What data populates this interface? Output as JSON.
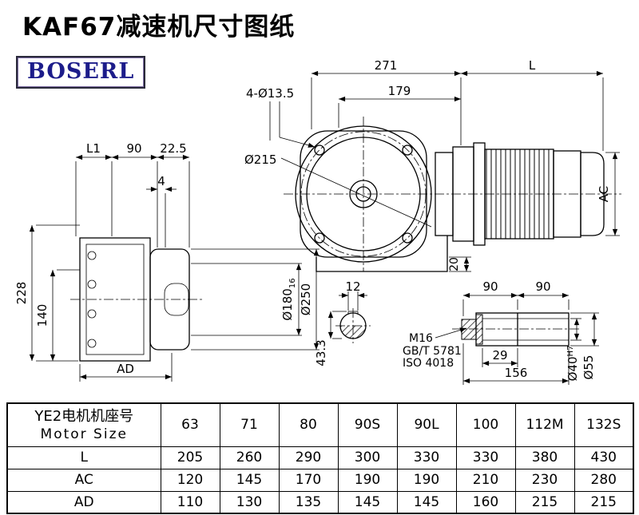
{
  "title": "KAF67减速机尺寸图纸",
  "logo": {
    "text": "BOSERL",
    "brand_color": "#1c1c8a"
  },
  "drawing": {
    "dims": {
      "d271": "271",
      "dL": "L",
      "d179": "179",
      "holes": "4-Ø13.5",
      "bcd": "Ø215",
      "ac": "AC",
      "d20": "20",
      "l1": "L1",
      "d90": "90",
      "d22_5": "22.5",
      "d4": "4",
      "d228": "228",
      "d140": "140",
      "ad": "AD",
      "d180": "Ø180",
      "d180_tol": "16",
      "d250": "Ø250",
      "d12": "12",
      "d43_3": "43.3",
      "m16": "M16",
      "gbt": "GB/T 5781",
      "iso": "ISO 4018",
      "d29": "29",
      "d156": "156",
      "d90a": "90",
      "d90b": "90",
      "d40": "Ø40",
      "d40_tol": "H7",
      "d55": "Ø55"
    }
  },
  "table": {
    "header_cn": "YE2电机机座号",
    "header_en": "Motor Size",
    "sizes": [
      "63",
      "71",
      "80",
      "90S",
      "90L",
      "100",
      "112M",
      "132S"
    ],
    "rows": [
      {
        "label": "L",
        "values": [
          "205",
          "260",
          "290",
          "300",
          "330",
          "330",
          "380",
          "430"
        ]
      },
      {
        "label": "AC",
        "values": [
          "120",
          "145",
          "170",
          "190",
          "190",
          "210",
          "230",
          "280"
        ]
      },
      {
        "label": "AD",
        "values": [
          "110",
          "130",
          "135",
          "145",
          "145",
          "160",
          "215",
          "215"
        ]
      }
    ]
  }
}
